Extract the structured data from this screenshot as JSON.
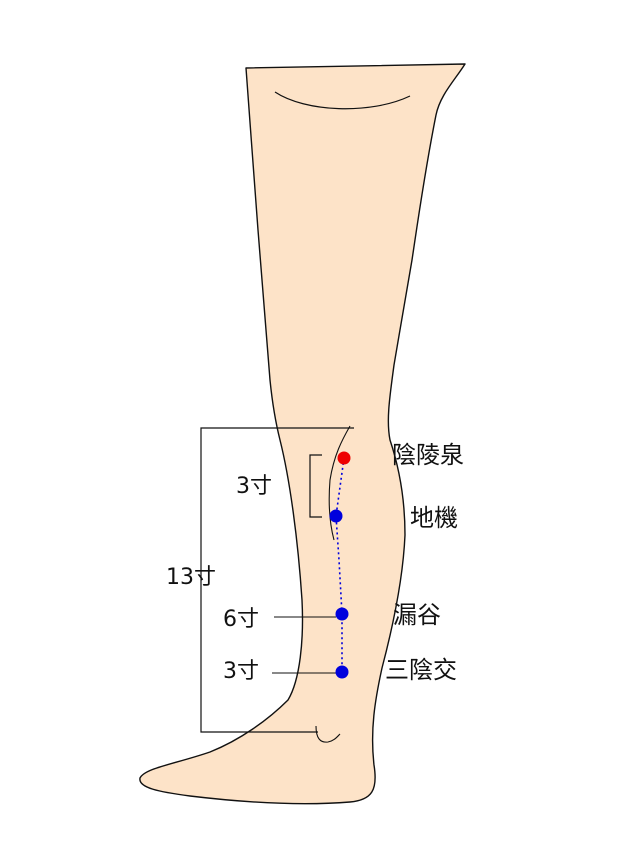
{
  "colors": {
    "skin": "#fde3c8",
    "outline": "#111111",
    "main_point": "#ee0000",
    "other_point": "#0000dd",
    "meridian_line": "#0000dd"
  },
  "points": {
    "yinlingquan": "陰陵泉",
    "diji": "地機",
    "lougu": "漏谷",
    "sanyinjiao": "三陰交"
  },
  "measurements": {
    "yinlingquan_to_diji": "3寸",
    "knee_to_ankle": "13寸",
    "lougu_above_ankle": "6寸",
    "sanyinjiao_above_ankle": "3寸"
  }
}
